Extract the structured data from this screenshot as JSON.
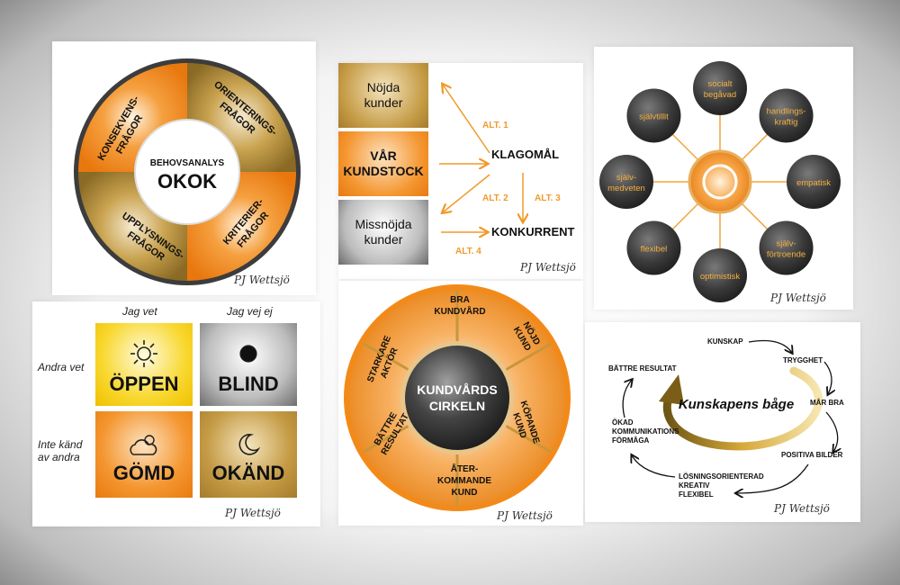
{
  "colors": {
    "gold": "#b08a2e",
    "orange": "#f08a1e",
    "dark": "#3a3a3a",
    "yellow": "#f5d020"
  },
  "okok": {
    "center_top": "BEHOVSANALYS",
    "center_big": "OKOK",
    "segments": [
      {
        "l1": "ORIENTERINGS-",
        "l2": "FRÅGOR"
      },
      {
        "l1": "KRITERIER-",
        "l2": "FRÅGOR"
      },
      {
        "l1": "UPPLYSNINGS-",
        "l2": "FRÅGOR"
      },
      {
        "l1": "KONSEKVENS-",
        "l2": "FRÅGOR"
      }
    ],
    "signature": "PJ Wettsjö"
  },
  "klagomal": {
    "boxes": [
      {
        "l1": "Nöjda",
        "l2": "kunder"
      },
      {
        "l1": "VÅR",
        "l2": "KUNDSTOCK"
      },
      {
        "l1": "Missnöjda",
        "l2": "kunder"
      }
    ],
    "klagomal": "KLAGOMÅL",
    "konkurrent": "KONKURRENT",
    "alt1": "ALT. 1",
    "alt2": "ALT. 2",
    "alt3": "ALT. 3",
    "alt4": "ALT. 4",
    "signature": "PJ Wettsjö"
  },
  "traits": {
    "items": [
      {
        "l1": "socialt",
        "l2": "begåvad"
      },
      {
        "l1": "handlings-",
        "l2": "kraftig"
      },
      {
        "l1": "empatisk",
        "l2": ""
      },
      {
        "l1": "själv-",
        "l2": "förtroende"
      },
      {
        "l1": "optimistisk",
        "l2": ""
      },
      {
        "l1": "flexibel",
        "l2": ""
      },
      {
        "l1": "själv-",
        "l2": "medveten"
      },
      {
        "l1": "självtillit",
        "l2": ""
      }
    ],
    "signature": "PJ Wettsjö"
  },
  "johari": {
    "col1": "Jag vet",
    "col2": "Jag vej ej",
    "row1": "Andra vet",
    "row2a": "Inte känd",
    "row2b": "av andra",
    "cells": [
      "ÖPPEN",
      "BLIND",
      "GÖMD",
      "OKÄND"
    ],
    "icons": [
      "sun-icon",
      "moon-full-icon",
      "cloud-sun-icon",
      "crescent-moon-icon"
    ],
    "signature": "PJ Wettsjö"
  },
  "kundvard": {
    "center_l1": "KUNDVÅRDS",
    "center_l2": "CIRKELN",
    "segments": [
      {
        "l1": "BRA",
        "l2": "KUNDVÅRD"
      },
      {
        "l1": "NÖJD",
        "l2": "KUND"
      },
      {
        "l1": "KÖPANDE",
        "l2": "KUND"
      },
      {
        "l1": "ÅTER-",
        "l2": "KOMMANDE",
        "l3": "KUND"
      },
      {
        "l1": "BÄTTRE",
        "l2": "RESULTAT"
      },
      {
        "l1": "STARKARE",
        "l2": "AKTÖR"
      }
    ],
    "signature": "PJ Wettsjö"
  },
  "kunskap": {
    "title": "Kunskapens båge",
    "steps": [
      "KUNSKAP",
      "TRYGGHET",
      "MÅR BRA",
      "POSITIVA BILDER"
    ],
    "losning": [
      "LÖSNINGSORIENTERAD",
      "KREATIV",
      "FLEXIBEL"
    ],
    "okad": [
      "ÖKAD",
      "KOMMUNIKATIONS",
      "FÖRMÅGA"
    ],
    "battre": "BÄTTRE RESULTAT",
    "signature": "PJ Wettsjö"
  }
}
